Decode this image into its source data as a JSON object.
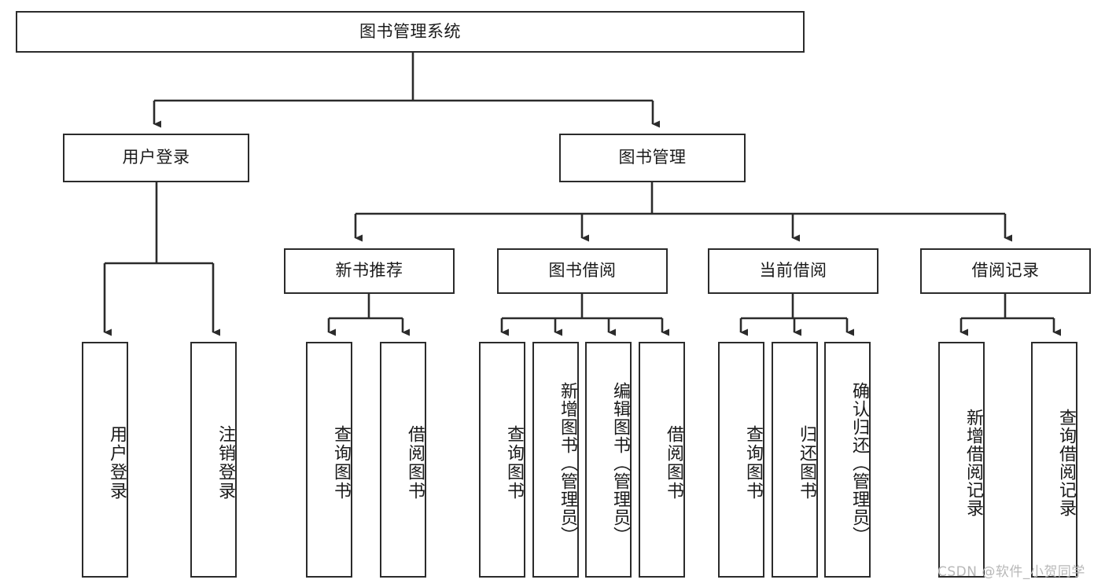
{
  "diagram": {
    "title": "图书管理系统",
    "type": "tree-hierarchy",
    "watermark": "CSDN @软件_小贺同学",
    "colors": {
      "box_border": "#2b2b2b",
      "box_fill": "#ffffff",
      "edge": "#2b2b2b",
      "text": "#1a1a1a",
      "watermark": "#b8b8b8",
      "background": "#ffffff"
    },
    "nodes": {
      "root": {
        "label": "图书管理系统"
      },
      "level1": [
        {
          "label": "用户登录"
        },
        {
          "label": "图书管理"
        }
      ],
      "level2": [
        {
          "label": "新书推荐"
        },
        {
          "label": "图书借阅"
        },
        {
          "label": "当前借阅"
        },
        {
          "label": "借阅记录"
        }
      ],
      "leaves": {
        "user_login": [
          {
            "label": "用户登录"
          },
          {
            "label": "注销登录"
          }
        ],
        "new_book_recommend": [
          {
            "label": "查询图书"
          },
          {
            "label": "借阅图书"
          }
        ],
        "book_borrow": [
          {
            "label": "查询图书"
          },
          {
            "label": "新增图书（管理员）"
          },
          {
            "label": "编辑图书（管理员）"
          },
          {
            "label": "借阅图书"
          }
        ],
        "current_borrow": [
          {
            "label": "查询图书"
          },
          {
            "label": "归还图书"
          },
          {
            "label": "确认归还（管理员）"
          }
        ],
        "borrow_record": [
          {
            "label": "新增借阅记录"
          },
          {
            "label": "查询借阅记录"
          }
        ]
      }
    }
  }
}
